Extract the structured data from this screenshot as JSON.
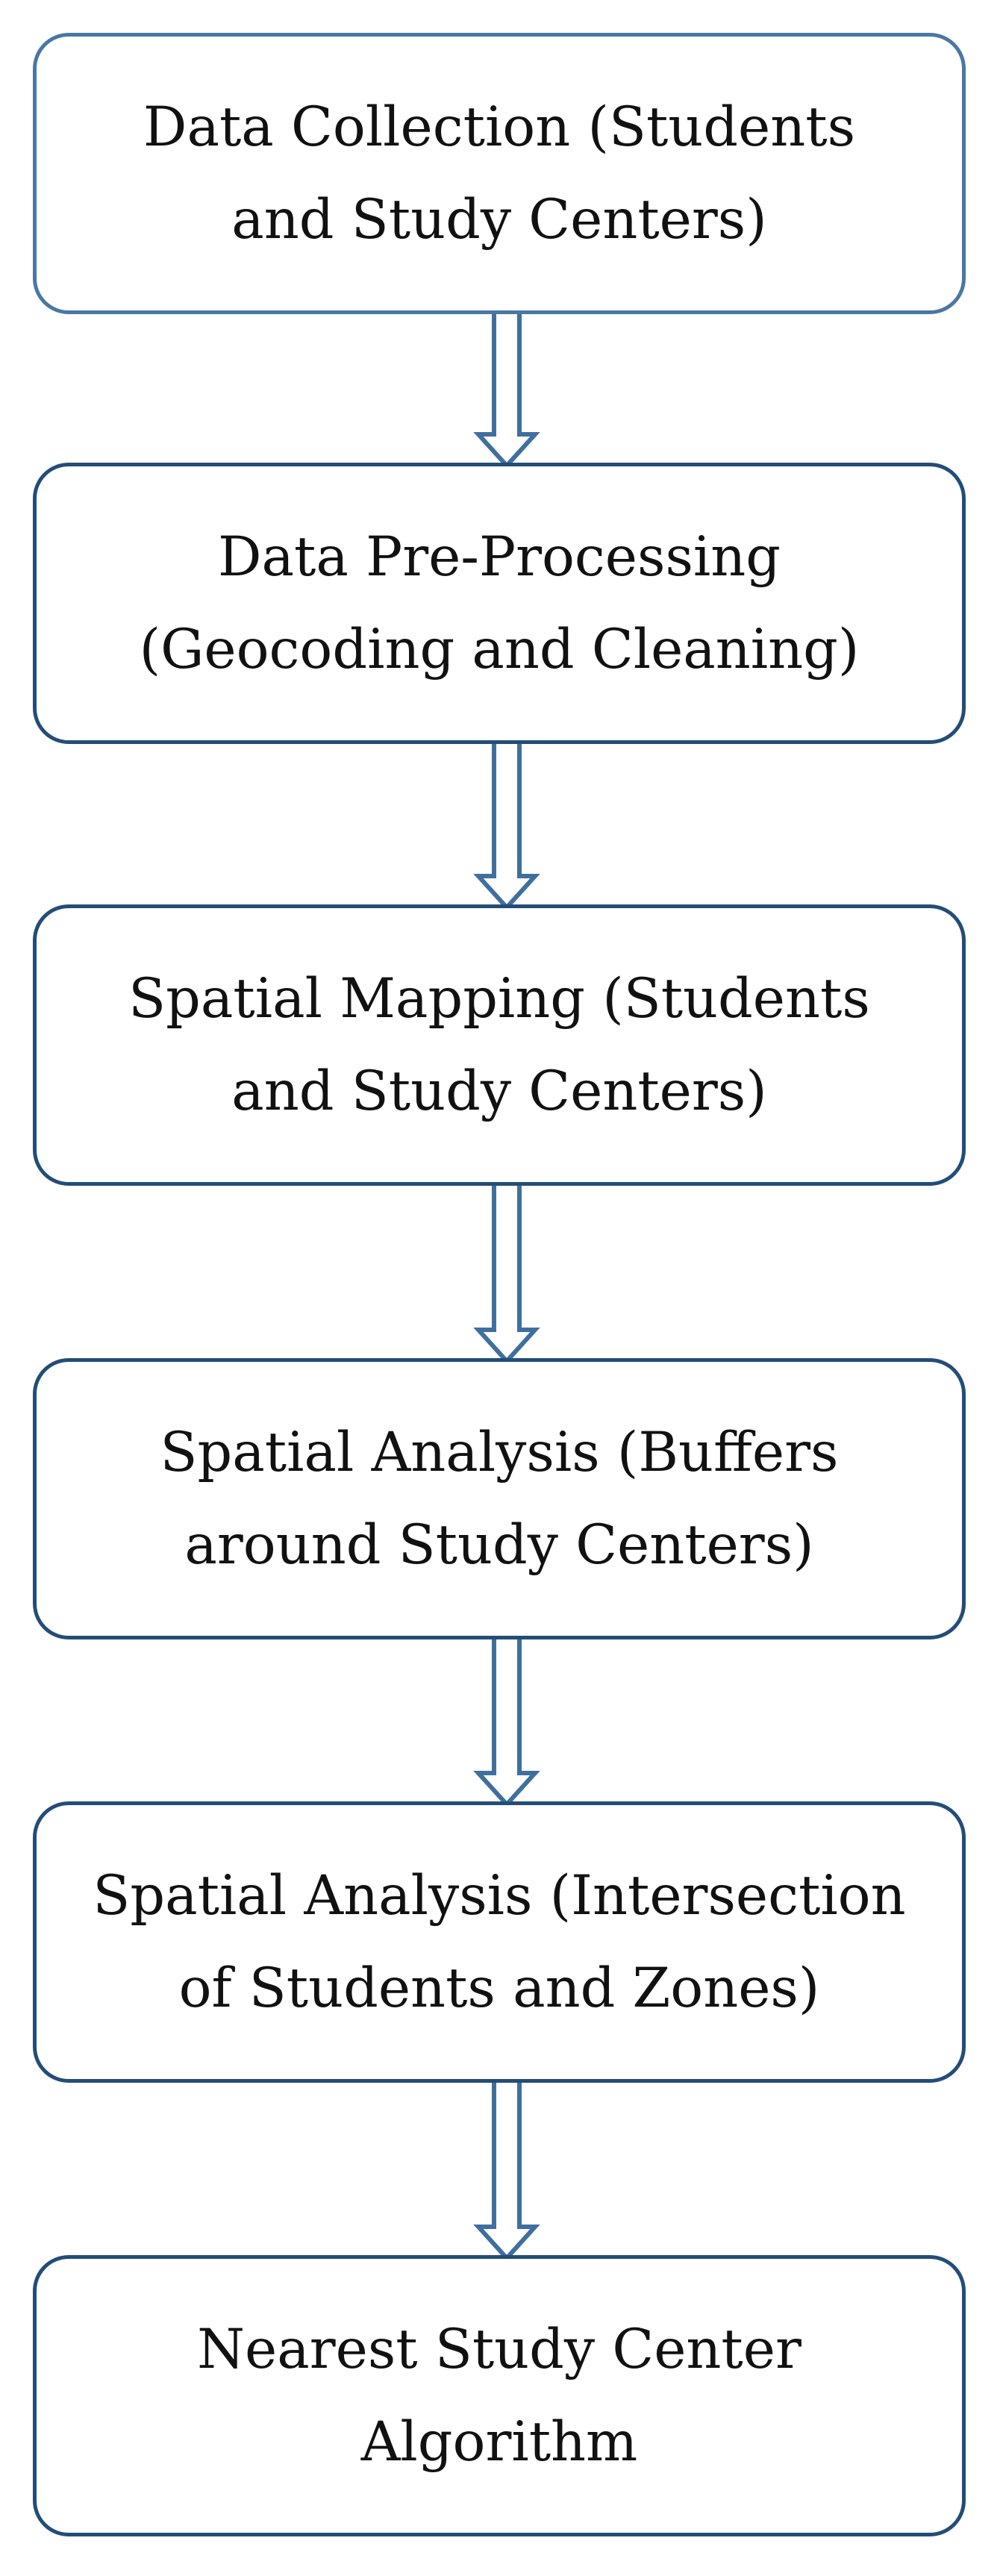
{
  "diagram": {
    "colors": {
      "border_primary": "#234d78",
      "border_first": "#4a77a4",
      "arrow": "#3f6f9f",
      "text": "#111111",
      "background": "#ffffff"
    },
    "steps": [
      {
        "line1": "Data Collection (Students",
        "line2": "and Study Centers)"
      },
      {
        "line1": "Data Pre-Processing",
        "line2": "(Geocoding and Cleaning)"
      },
      {
        "line1": "Spatial Mapping (Students",
        "line2": "and Study Centers)"
      },
      {
        "line1": "Spatial Analysis (Buffers",
        "line2": "around Study Centers)"
      },
      {
        "line1": "Spatial Analysis (Intersection",
        "line2": "of Students and Zones)"
      },
      {
        "line1": "Nearest Study Center",
        "line2": "Algorithm"
      }
    ],
    "connectors": [
      {
        "from_step": 1,
        "to_step": 2
      },
      {
        "from_step": 2,
        "to_step": 3
      },
      {
        "from_step": 3,
        "to_step": 4
      },
      {
        "from_step": 4,
        "to_step": 5
      },
      {
        "from_step": 5,
        "to_step": 6
      }
    ]
  }
}
